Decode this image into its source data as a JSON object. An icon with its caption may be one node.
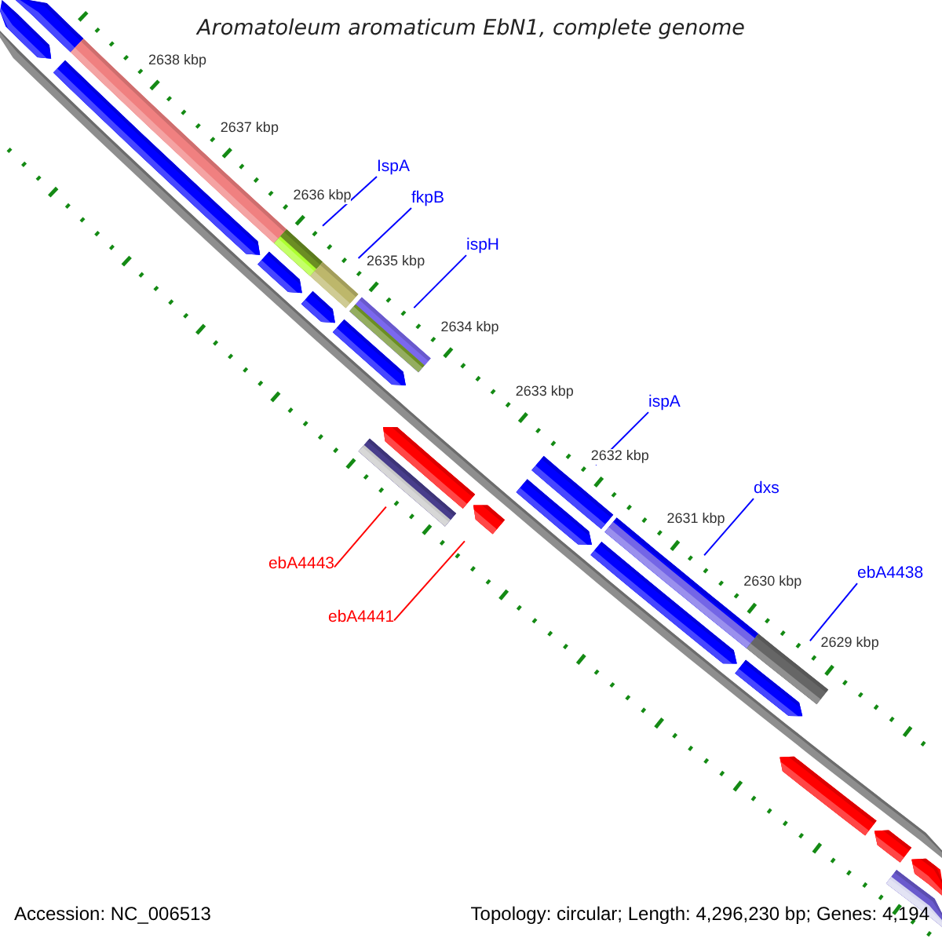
{
  "diagram": {
    "title": "Aromatoleum aromaticum EbN1, complete genome",
    "nodes": [
      {
        "text": [
          "IspA"
        ]
      },
      {
        "text": [
          "fkpB"
        ]
      },
      {
        "text": [
          "ispH"
        ]
      },
      {
        "text": [
          "ispA"
        ]
      },
      {
        "text": [
          "dxs"
        ]
      },
      {
        "text": [
          "ebA4443"
        ]
      },
      {
        "text": [
          "ebA4438"
        ]
      },
      {
        "text": [
          "ebA4441"
        ]
      },
      {
        "text": [],
        "shape": "pentagon"
      },
      {
        "text": [],
        "shape": "bar"
      },
      {
        "text": [],
        "shape": "pentagon"
      },
      {
        "text": [],
        "shape": "bar"
      },
      {
        "text": [],
        "shape": "pentagon"
      },
      {
        "text": [],
        "shape": "bar"
      },
      {
        "text": [],
        "shape": "pentagon"
      },
      {
        "text": [],
        "shape": "bar"
      },
      {
        "text": [],
        "shape": "pentagon"
      },
      {
        "text": [],
        "shape": "bar"
      },
      {
        "text": [],
        "shape": "bar"
      },
      {
        "text": [],
        "shape": "pentagon"
      },
      {
        "text": [],
        "shape": "pentagon"
      },
      {
        "text": [],
        "shape": "pentagon"
      },
      {
        "text": [],
        "shape": "bar"
      },
      {
        "text": [],
        "shape": "pentagon"
      },
      {
        "text": [],
        "shape": "bar"
      },
      {
        "text": [],
        "shape": "pentagon"
      },
      {
        "text": [],
        "shape": "bar"
      },
      {
        "text": [],
        "shape": "pentagon"
      },
      {
        "text": [],
        "shape": "pentagon"
      },
      {
        "text": [],
        "shape": "bar"
      },
      {
        "text": [],
        "shape": "pentagon"
      }
    ],
    "edges": [
      {
        "from": 0,
        "to": 13,
        "arrow": "none"
      },
      {
        "from": 1,
        "to": 15,
        "arrow": "none"
      },
      {
        "from": 2,
        "to": 17,
        "arrow": "none"
      },
      {
        "from": 3,
        "to": 22,
        "arrow": "none"
      },
      {
        "from": 4,
        "to": 24,
        "arrow": "none"
      },
      {
        "from": 5,
        "to": 18,
        "arrow": "none",
        "color": "#ff0000"
      },
      {
        "from": 6,
        "to": 26,
        "arrow": "none"
      },
      {
        "from": 7,
        "to": 20,
        "arrow": "none",
        "color": "#ff0000"
      }
    ],
    "labels": [
      "2638 kbp",
      "2637 kbp",
      "2636 kbp",
      "2635 kbp",
      "2634 kbp",
      "2633 kbp",
      "2632 kbp",
      "2631 kbp",
      "2630 kbp",
      "2629 kbp",
      "Accession: NC_006513",
      "Topology: circular; Length: 4,296,230 bp; Genes: 4,194"
    ]
  }
}
